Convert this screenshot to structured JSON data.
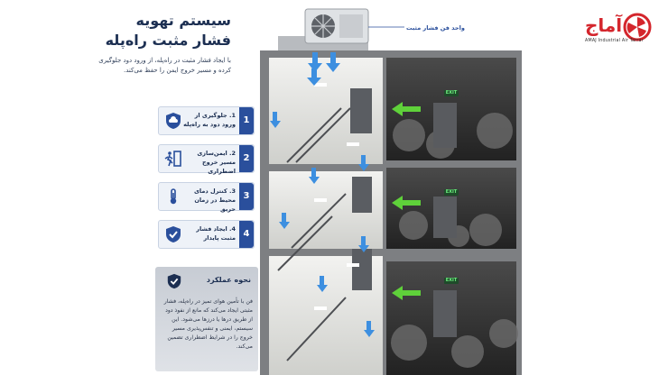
{
  "title_line1": "سیستم تهویه",
  "title_line2": "فشار مثبت راه‌پله",
  "intro": "با ایجاد فشار مثبت در راه‌پله، از ورود دود جلوگیری کرده و مسیر خروج ایمن را حفظ می‌کند.",
  "fan_unit_label": "واحد فن فشار مثبت",
  "benefits": [
    {
      "num": "1",
      "text": "1. جلوگیری از ورود دود به راه‌پله",
      "icon": "shield-cloud-icon"
    },
    {
      "num": "2",
      "text": "2. ایمن‌سازی مسیر خروج اضطراری",
      "icon": "emergency-exit-icon"
    },
    {
      "num": "3",
      "text": "3. کنترل دمای محیط در زمان حریق",
      "icon": "thermometer-icon"
    },
    {
      "num": "4",
      "text": "4. ایجاد فشار مثبت پایدار",
      "icon": "shield-check-icon"
    }
  ],
  "how_title": "نحوه عملکرد",
  "how_text": "فن با تأمین هوای تمیز در راه‌پله، فشار مثبتی ایجاد می‌کند که مانع از نفوذ دود از طریق درها یا درزها می‌شود. این سیستم، ایمنی و تنفس‌پذیری مسیر خروج را در شرایط اضطراری تضمین می‌کند.",
  "exit_sign": "EXIT",
  "logo_name": "آماج",
  "logo_sub": "AMAJ Industrial Air Tarrar",
  "colors": {
    "navy": "#1c2f52",
    "blue": "#2a4f9c",
    "arrow_blue": "#3d8fe0",
    "arrow_green": "#5fd13a",
    "brand_red": "#d4262d"
  }
}
